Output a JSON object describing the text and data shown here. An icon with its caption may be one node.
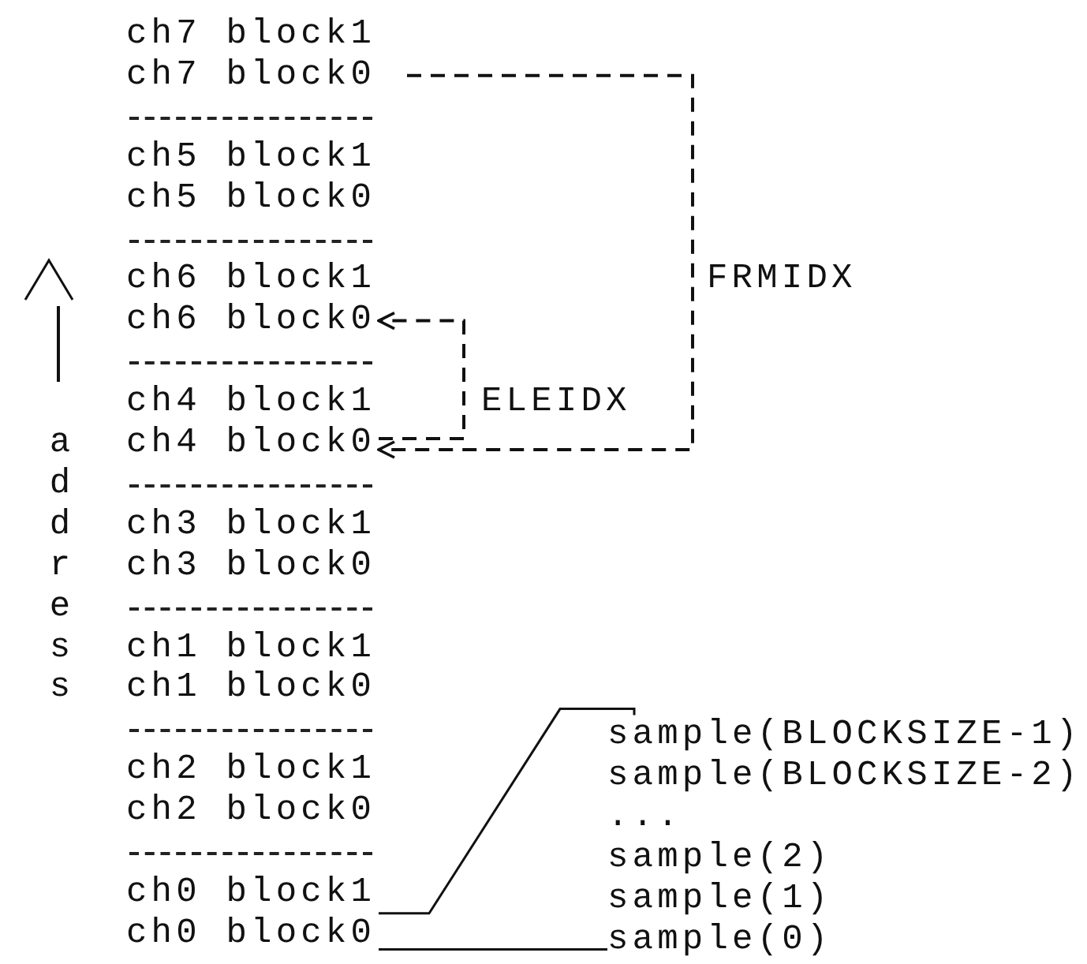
{
  "diagram": {
    "nodes": [
      {
        "text": [
          "ch7 block1"
        ]
      },
      {
        "text": [
          "ch7 block0"
        ]
      },
      {
        "text": [
          "ch5 block1"
        ]
      },
      {
        "text": [
          "ch5 block0"
        ]
      },
      {
        "text": [
          "ch6 block1"
        ]
      },
      {
        "text": [
          "ch6 block0"
        ]
      },
      {
        "text": [
          "ch4 block1"
        ]
      },
      {
        "text": [
          "ch4 block0"
        ]
      },
      {
        "text": [
          "ch3 block1"
        ]
      },
      {
        "text": [
          "ch3 block0"
        ]
      },
      {
        "text": [
          "ch1 block1"
        ]
      },
      {
        "text": [
          "ch1 block0"
        ]
      },
      {
        "text": [
          "ch2 block1"
        ]
      },
      {
        "text": [
          "ch2 block0"
        ]
      },
      {
        "text": [
          "ch0 block1"
        ]
      },
      {
        "text": [
          "ch0 block0"
        ]
      },
      {
        "text": [
          "sample(BLOCKSIZE-1)",
          "sample(BLOCKSIZE-2)",
          "...",
          "sample(2)",
          "sample(1)",
          "sample(0)"
        ]
      }
    ],
    "edges": [
      {
        "from": 1,
        "to": 7,
        "arrow": "to",
        "label": "FRMIDX",
        "style": "dashed"
      },
      {
        "from": 7,
        "to": 5,
        "arrow": "to",
        "label": "ELEIDX",
        "style": "dashed"
      },
      {
        "from": 14,
        "to": 16,
        "arrow": "none"
      },
      {
        "from": 15,
        "to": 16,
        "arrow": "none"
      }
    ],
    "labels": [
      "address"
    ]
  }
}
